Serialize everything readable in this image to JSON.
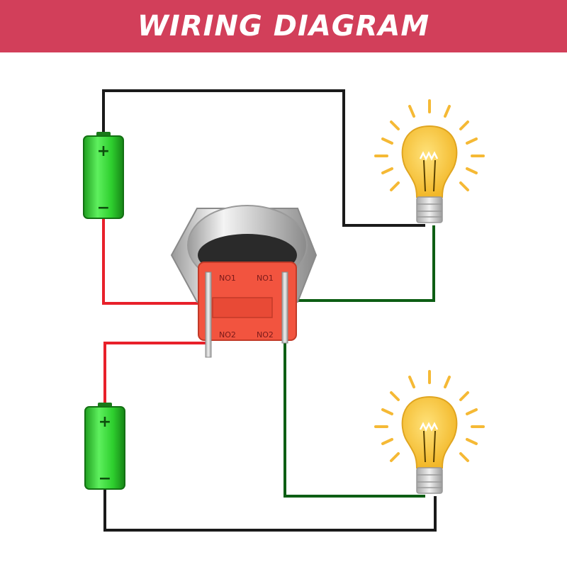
{
  "title": "WIRING DIAGRAM",
  "colors": {
    "banner": "#d23f5a",
    "wire_black": "#1a1a1a",
    "wire_red": "#e8202a",
    "wire_green": "#0d5e14",
    "battery": "#2ecf2e",
    "bulb": "#f7c23a",
    "switch_block": "#f2543f",
    "ray": "#f5b935"
  },
  "switch": {
    "terminals": {
      "no1_left": "NO1",
      "no1_right": "NO1",
      "no2_left": "NO2",
      "no2_right": "NO2"
    }
  },
  "batteries": [
    {
      "positive": "+",
      "negative": "−"
    },
    {
      "positive": "+",
      "negative": "−"
    }
  ]
}
